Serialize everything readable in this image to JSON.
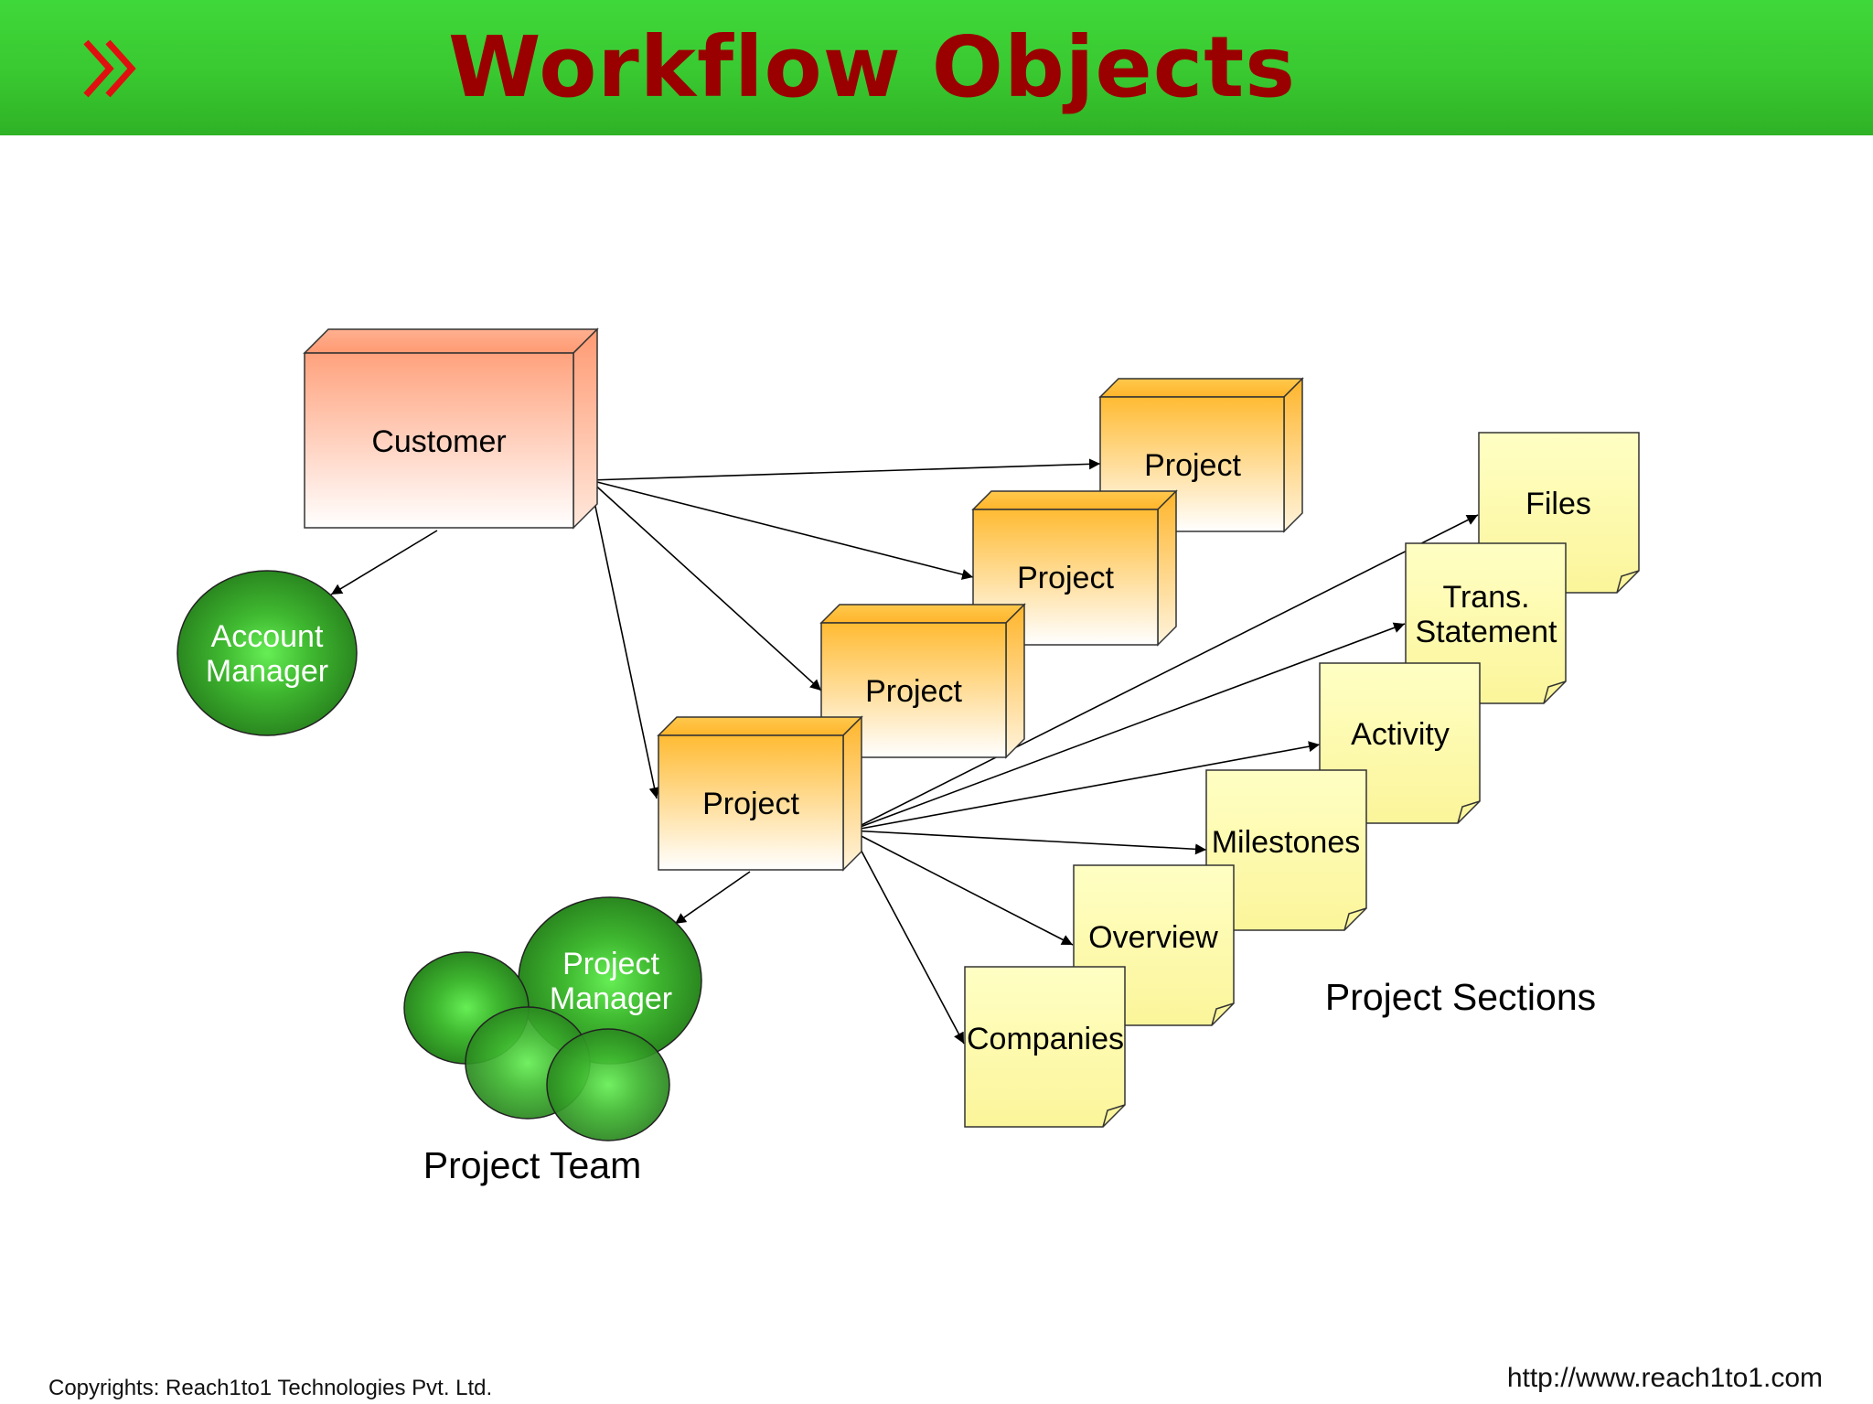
{
  "header": {
    "title": "Workflow Objects",
    "icon": "double-chevron-right-icon",
    "bar_color": "#39c830",
    "title_color": "#9a0000",
    "icon_color": "#e01010"
  },
  "diagram": {
    "customer": {
      "label": "Customer",
      "color": "#ffa27d"
    },
    "account_manager": {
      "label_line1": "Account",
      "label_line2": "Manager",
      "color": "#3b9b2a"
    },
    "projects": [
      {
        "label": "Project"
      },
      {
        "label": "Project"
      },
      {
        "label": "Project"
      },
      {
        "label": "Project"
      }
    ],
    "project_color": "#ffbb33",
    "project_team": {
      "manager_line1": "Project",
      "manager_line2": "Manager",
      "caption": "Project Team"
    },
    "sections": {
      "caption": "Project Sections",
      "color": "#ffffaa",
      "items": [
        {
          "label": "Files"
        },
        {
          "label_line1": "Trans.",
          "label_line2": "Statement"
        },
        {
          "label": "Activity"
        },
        {
          "label": "Milestones"
        },
        {
          "label": "Overview"
        },
        {
          "label": "Companies"
        }
      ]
    }
  },
  "footer": {
    "copyright": "Copyrights: Reach1to1 Technologies Pvt. Ltd.",
    "url": "http://www.reach1to1.com"
  }
}
